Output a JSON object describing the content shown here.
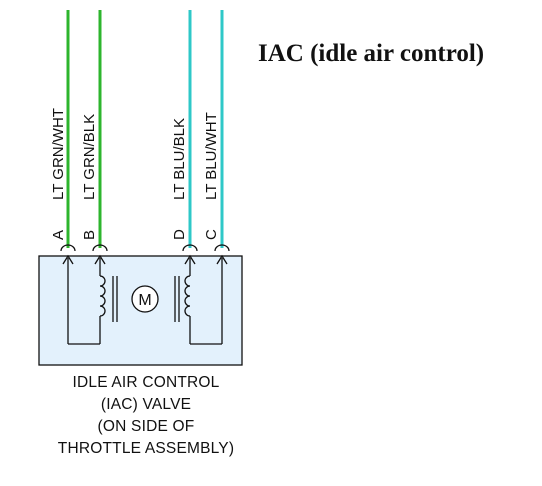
{
  "title": "IAC (idle air control)",
  "wires": [
    {
      "pin": "A",
      "label": "LT GRN/WHT",
      "color": "#2db52d"
    },
    {
      "pin": "B",
      "label": "LT GRN/BLK",
      "color": "#2db52d"
    },
    {
      "pin": "D",
      "label": "LT BLU/BLK",
      "color": "#2ec8c8"
    },
    {
      "pin": "C",
      "label": "LT BLU/WHT",
      "color": "#2ec8c8"
    }
  ],
  "motor_symbol": "M",
  "component": {
    "fill_color": "#e3f1fc",
    "caption_lines": [
      "IDLE AIR CONTROL",
      "(IAC) VALVE",
      "(ON SIDE OF",
      "THROTTLE ASSEMBLY)"
    ]
  }
}
